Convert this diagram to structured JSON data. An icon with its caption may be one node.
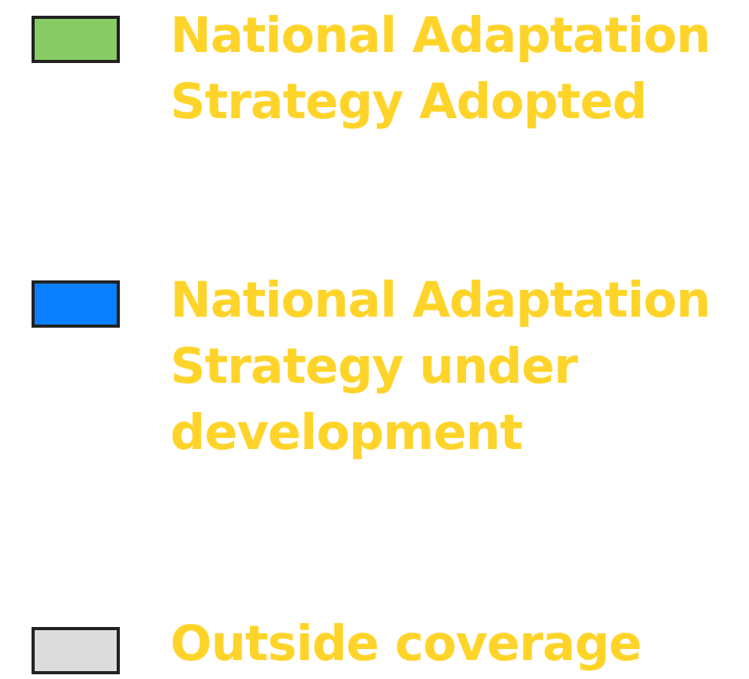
{
  "diagram": {
    "legend": [
      {
        "text": "National Adaptation Strategy Adopted",
        "color": "#88cc66"
      },
      {
        "text": "National Adaptation Strategy under development",
        "color": "#0a80ff"
      },
      {
        "text": "Outside coverage",
        "color": "#dcdcdc"
      }
    ]
  }
}
